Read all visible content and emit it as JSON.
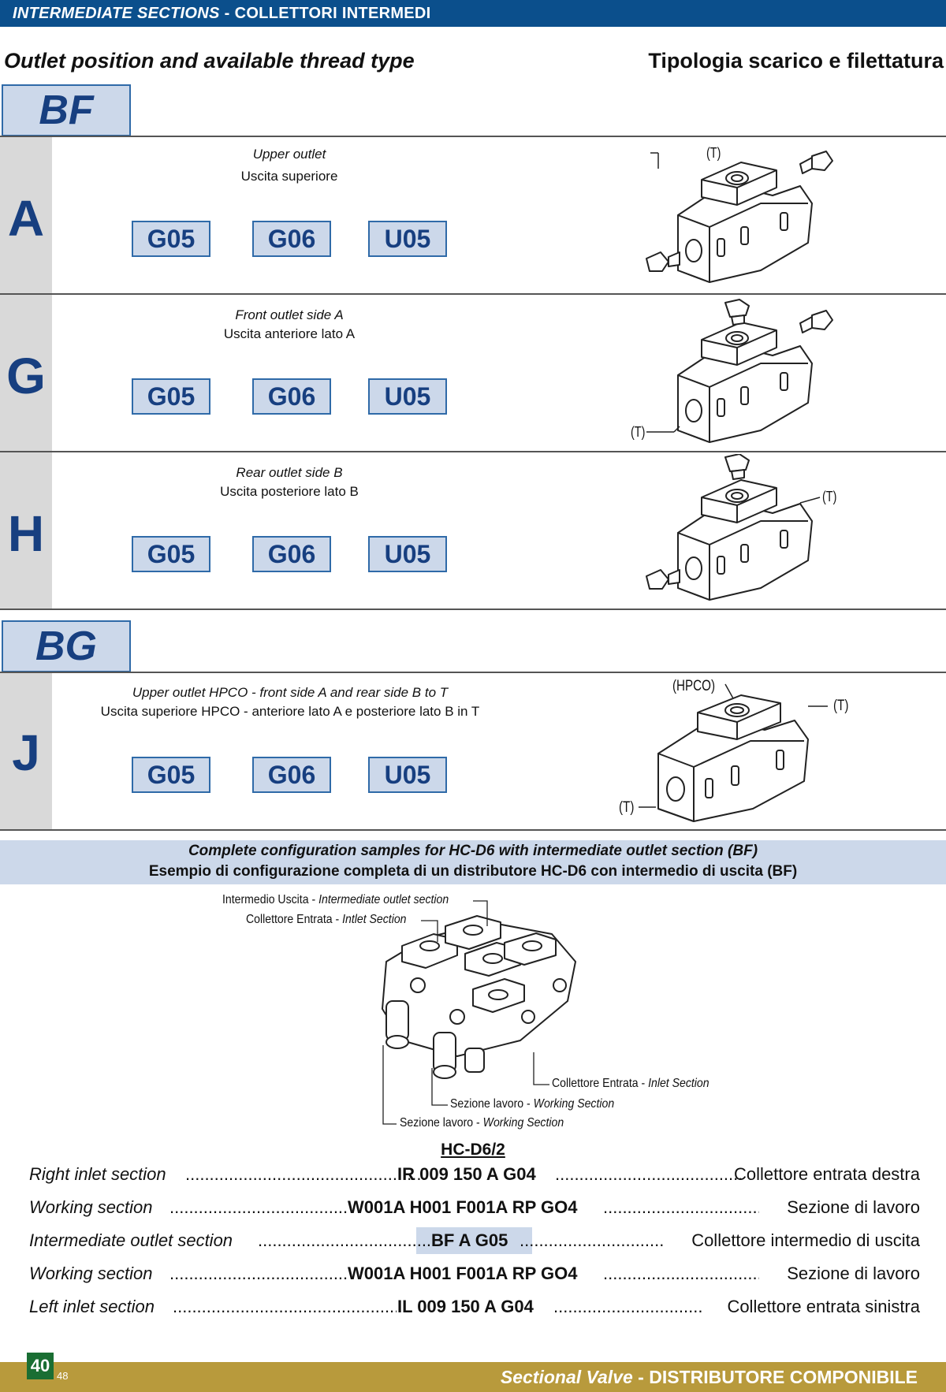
{
  "header": {
    "title_en": "INTERMEDIATE SECTIONS",
    "separator": "-",
    "title_it": "COLLETTORI INTERMEDI"
  },
  "subheader": {
    "en": "Outlet position and available thread type",
    "it": "Tipologia scarico e filettatura"
  },
  "group_bf": {
    "code": "BF",
    "rows": [
      {
        "letter": "A",
        "desc_en": "Upper outlet",
        "desc_it": "Uscita superiore",
        "threads": [
          "G05",
          "G06",
          "U05"
        ],
        "labels": [
          "(T)"
        ]
      },
      {
        "letter": "G",
        "desc_en": "Front outlet side A",
        "desc_it": "Uscita anteriore lato A",
        "threads": [
          "G05",
          "G06",
          "U05"
        ],
        "labels": [
          "(T)"
        ]
      },
      {
        "letter": "H",
        "desc_en": "Rear outlet side B",
        "desc_it": "Uscita posteriore lato B",
        "threads": [
          "G05",
          "G06",
          "U05"
        ],
        "labels": [
          "(T)"
        ]
      }
    ]
  },
  "group_bg": {
    "code": "BG",
    "rows": [
      {
        "letter": "J",
        "desc_en": "Upper outlet HPCO - front side A and rear side B to T",
        "desc_it": "Uscita superiore HPCO - anteriore lato A e posteriore lato B in T",
        "threads": [
          "G05",
          "G06",
          "U05"
        ],
        "labels": [
          "(HPCO)",
          "(T)",
          "(T)"
        ]
      }
    ]
  },
  "sample": {
    "title_en": "Complete configuration samples for HC-D6 with intermediate outlet section (BF)",
    "title_it": "Esempio di configurazione completa di un distributore HC-D6 con intermedio di uscita (BF)",
    "callouts": {
      "c1_it": "Intermedio Uscita - ",
      "c1_en": "Intermediate outlet section",
      "c2_it": "Collettore Entrata - ",
      "c2_en": "Intlet Section",
      "c3_it": "Collettore Entrata - ",
      "c3_en": "Inlet Section",
      "c4_it": "Sezione lavoro - ",
      "c4_en": "Working Section",
      "c5_it": "Sezione lavoro - ",
      "c5_en": "Working Section"
    },
    "model": "HC-D6/2",
    "rows": [
      {
        "en": "Right inlet section",
        "code": "IR 009 150 A G04",
        "it": "Collettore entrata destra"
      },
      {
        "en": "Working section",
        "code": "W001A H001 F001A RP GO4",
        "it": "Sezione di lavoro"
      },
      {
        "en": "Intermediate outlet section",
        "code": "BF A G05",
        "it": "Collettore intermedio di uscita"
      },
      {
        "en": "Working section",
        "code": "W001A H001 F001A RP GO4",
        "it": "Sezione di lavoro"
      },
      {
        "en": "Left inlet section",
        "code": "IL 009 150 A G04",
        "it": "Collettore entrata sinistra"
      }
    ]
  },
  "footer": {
    "page_number": "40",
    "page_small": "48",
    "text_en": "Sectional Valve",
    "separator": " - ",
    "text_it": "DISTRIBUTORE COMPONIBILE"
  },
  "colors": {
    "header_blue": "#0b4f8c",
    "box_fill": "#ccd8ea",
    "box_border": "#2f6aa8",
    "code_text": "#173f80",
    "row_label_bg": "#d9d9d9",
    "footer_gold": "#b89a3c",
    "page_green": "#1a6e33"
  }
}
